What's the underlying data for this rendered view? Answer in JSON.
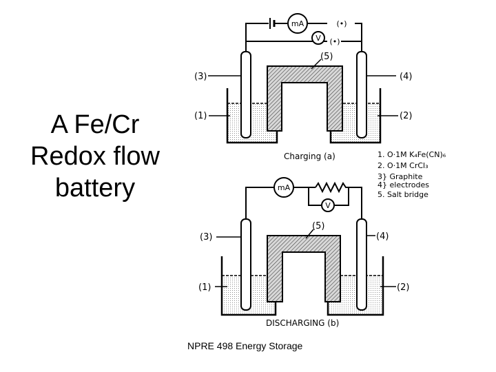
{
  "slide": {
    "title_lines": [
      "A Fe/Cr",
      "Redox flow",
      "battery"
    ],
    "footer": "NPRE 498 Energy Storage"
  },
  "diagram": {
    "charging": {
      "ammeter": "mA",
      "voltmeter": "V",
      "terminals": [
        "(•)",
        "(•)"
      ],
      "labels": {
        "l3": "(3)",
        "l4": "(4)",
        "l5": "(5)",
        "l1": "(1)",
        "l2": "(2)"
      },
      "caption": "Charging   (a)"
    },
    "discharging": {
      "ammeter": "mA",
      "voltmeter": "V",
      "labels": {
        "l3": "(3)",
        "l4": "(4)",
        "l5": "(5)",
        "l1": "(1)",
        "l2": "(2)"
      },
      "caption": "DISCHARGING   (b)"
    },
    "legend": [
      "1.  O·1M K₄Fe(CN)₆",
      "2.  O·1M CrCl₃",
      "3}  Graphite",
      "4}     electrodes",
      "5.  Salt bridge"
    ]
  }
}
